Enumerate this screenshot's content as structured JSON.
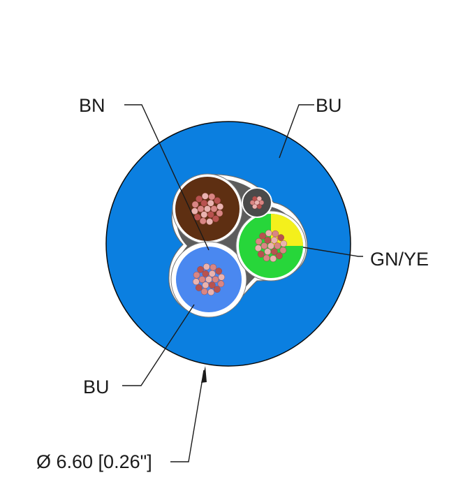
{
  "labels": {
    "top_left": "BN",
    "top_right": "BU",
    "right": "GN/YE",
    "bottom_left": "BU",
    "diameter": "Ø 6.60 [0.26\"]"
  },
  "colors": {
    "jacket": "#0b7fe0",
    "jacket_outline": "#0a0a0a",
    "filler": "#5c5c5c",
    "brown_core": "#5e2f12",
    "blue_core": "#4a88f0",
    "green_core": "#27d63a",
    "yellow_stripe": "#f4f01c",
    "strand_light": "#e9b3b0",
    "strand_mid": "#d98684",
    "strand_dark": "#b8524f",
    "insulation_edge": "#ffffff"
  },
  "components": [
    "outer-jacket",
    "brown-conductor",
    "blue-conductor",
    "green-yellow-conductor",
    "drain-strand"
  ]
}
